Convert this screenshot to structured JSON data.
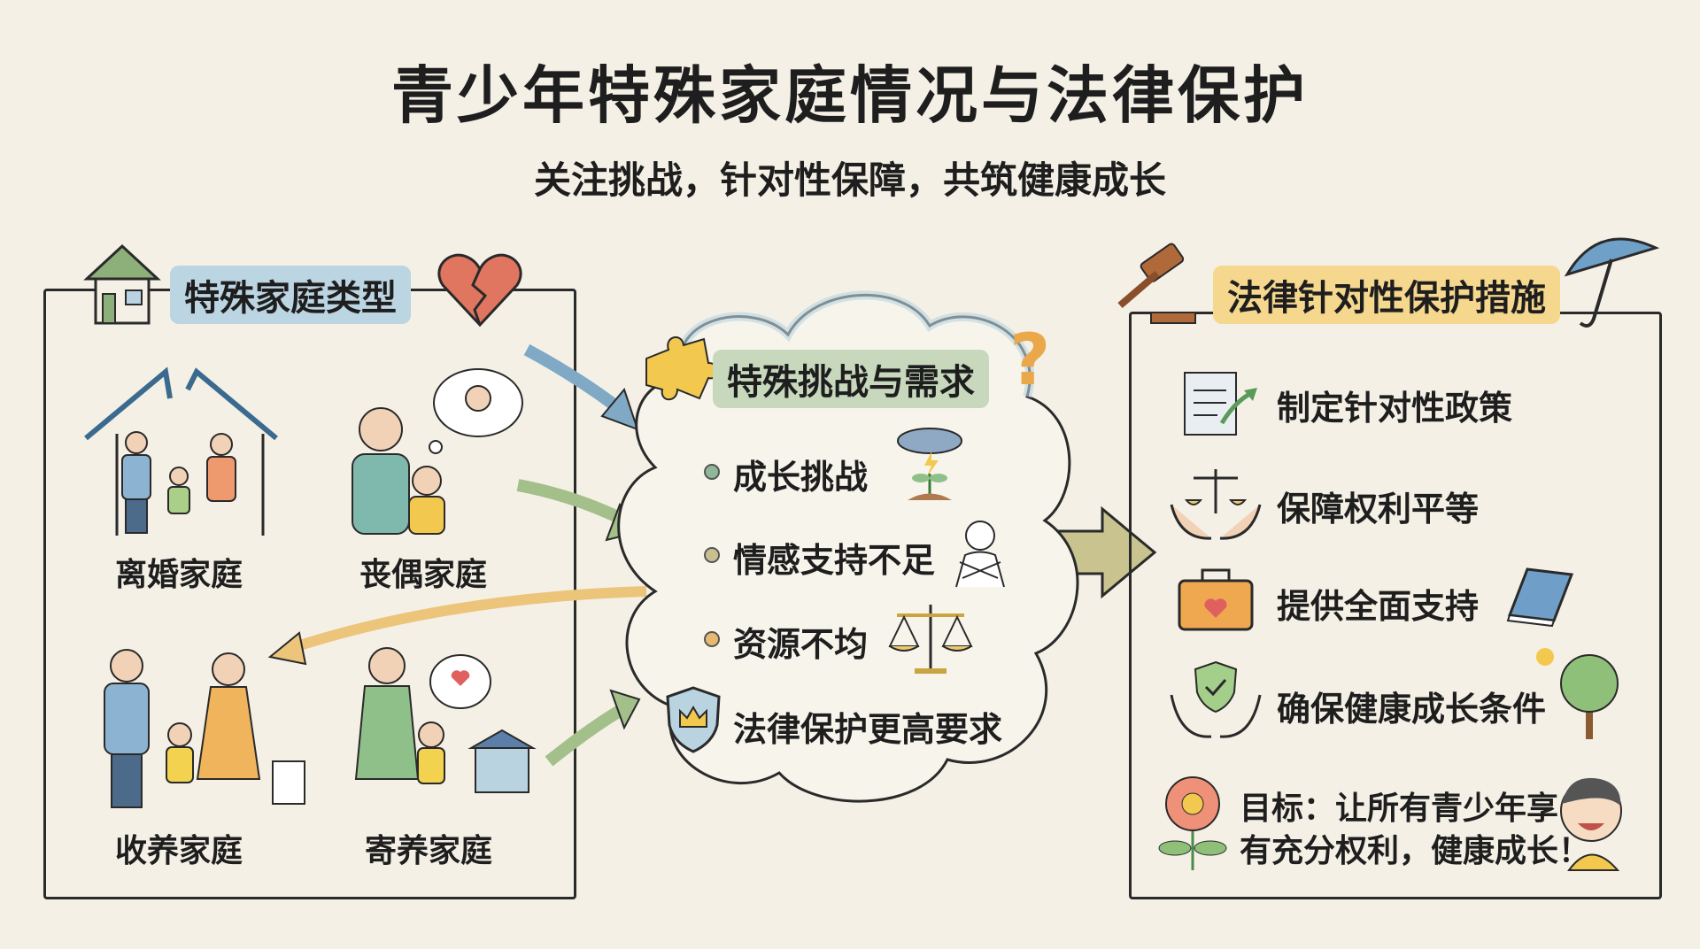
{
  "title": "青少年特殊家庭情况与法律保护",
  "subtitle": "关注挑战，针对性保障，共筑健康成长",
  "left_panel": {
    "heading": "特殊家庭类型",
    "families": [
      {
        "label": "离婚家庭",
        "icon": "divorced-family-icon"
      },
      {
        "label": "丧偶家庭",
        "icon": "widowed-family-icon"
      },
      {
        "label": "收养家庭",
        "icon": "adoptive-family-icon"
      },
      {
        "label": "寄养家庭",
        "icon": "foster-family-icon"
      }
    ]
  },
  "center_panel": {
    "heading": "特殊挑战与需求",
    "items": [
      {
        "label": "成长挑战",
        "icon": "storm-sprout-icon",
        "dot_color": "#8fb89a"
      },
      {
        "label": "情感支持不足",
        "icon": "self-hug-icon",
        "dot_color": "#c9c090"
      },
      {
        "label": "资源不均",
        "icon": "scales-icon",
        "dot_color": "#e9b870"
      },
      {
        "label": "法律保护更高要求",
        "icon": "shield-crown-icon"
      }
    ]
  },
  "right_panel": {
    "heading": "法律针对性保护措施",
    "items": [
      {
        "label": "制定针对性政策",
        "icon": "policy-scroll-icon"
      },
      {
        "label": "保障权利平等",
        "icon": "hands-scales-icon"
      },
      {
        "label": "提供全面支持",
        "icon": "support-kit-icon"
      },
      {
        "label": "确保健康成长条件",
        "icon": "hands-shield-icon"
      }
    ],
    "goal_lines": [
      "目标：让所有青少年享",
      "有充分权利，健康成长！"
    ]
  },
  "colors": {
    "background": "#f4f0e6",
    "blue_wash": "#b9d3e0",
    "green_wash": "#c7d8bd",
    "yellow_wash": "#f5d78e"
  }
}
